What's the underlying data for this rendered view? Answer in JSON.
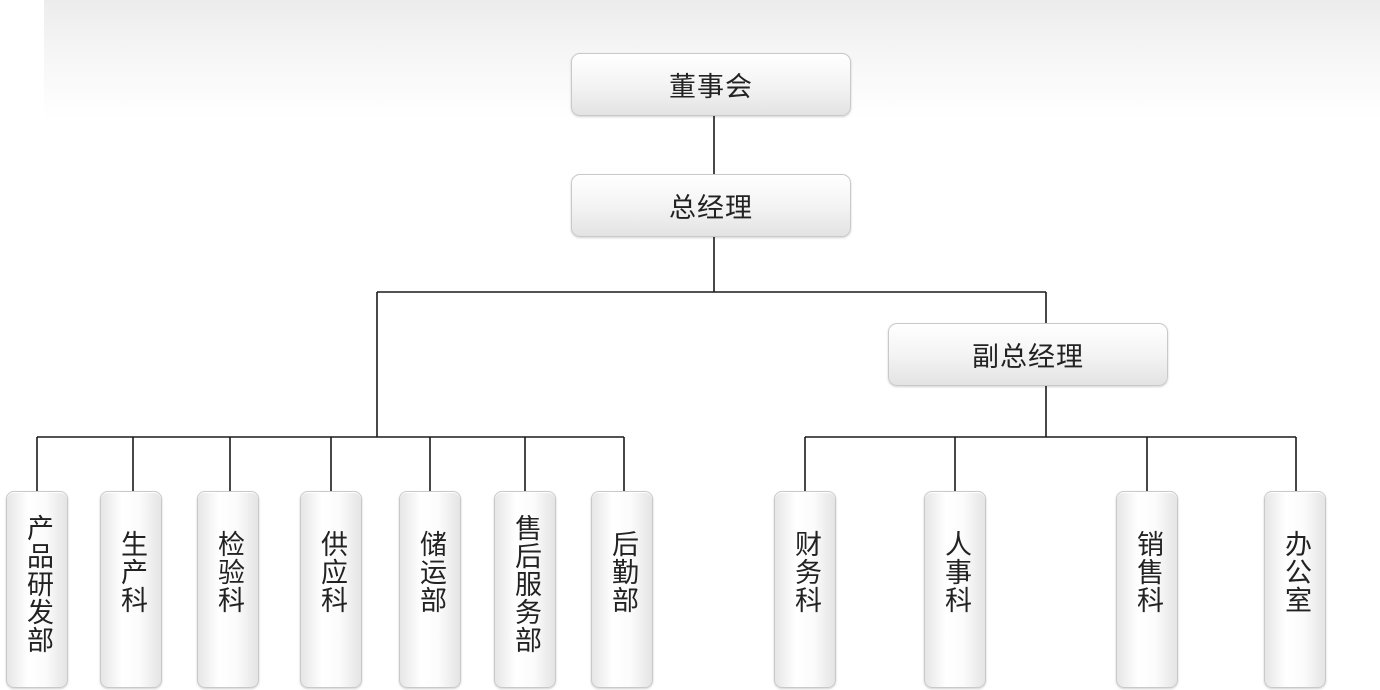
{
  "board": {
    "label": "董事会"
  },
  "gm": {
    "label": "总经理"
  },
  "deputy": {
    "label": "副总经理"
  },
  "gm_departments": [
    {
      "label": "产品研发部"
    },
    {
      "label": "生产科"
    },
    {
      "label": "检验科"
    },
    {
      "label": "供应科"
    },
    {
      "label": "储运部"
    },
    {
      "label": "售后服务部"
    },
    {
      "label": "后勤部"
    }
  ],
  "deputy_departments": [
    {
      "label": "财务科"
    },
    {
      "label": "人事科"
    },
    {
      "label": "销售科"
    },
    {
      "label": "办公室"
    }
  ]
}
